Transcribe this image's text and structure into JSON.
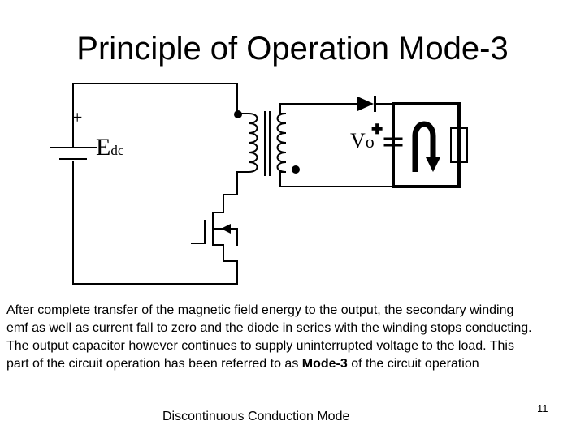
{
  "slide": {
    "title": "Principle of Operation Mode-3",
    "footer": "Discontinuous Conduction Mode",
    "page_number": "11"
  },
  "circuit": {
    "source_label": "E",
    "source_subscript": "dc",
    "source_polarity": "+",
    "output_label": "V",
    "output_subscript": "o",
    "output_polarity": "✚",
    "components": [
      "dc-source",
      "transformer",
      "diode",
      "capacitor",
      "load-resistor",
      "mosfet-switch"
    ],
    "current_arrow_color": "#000000"
  },
  "body": {
    "line1": "After complete transfer of the magnetic field energy to the output, the secondary winding",
    "line2": "emf as well as current fall to zero and the diode in series with the winding stops conducting.",
    "line3": "The output capacitor however continues to supply uninterrupted voltage to the load. This",
    "line4_pre": "part of the circuit operation has been referred to as ",
    "line4_bold": "Mode-3",
    "line4_post": " of the circuit operation"
  }
}
